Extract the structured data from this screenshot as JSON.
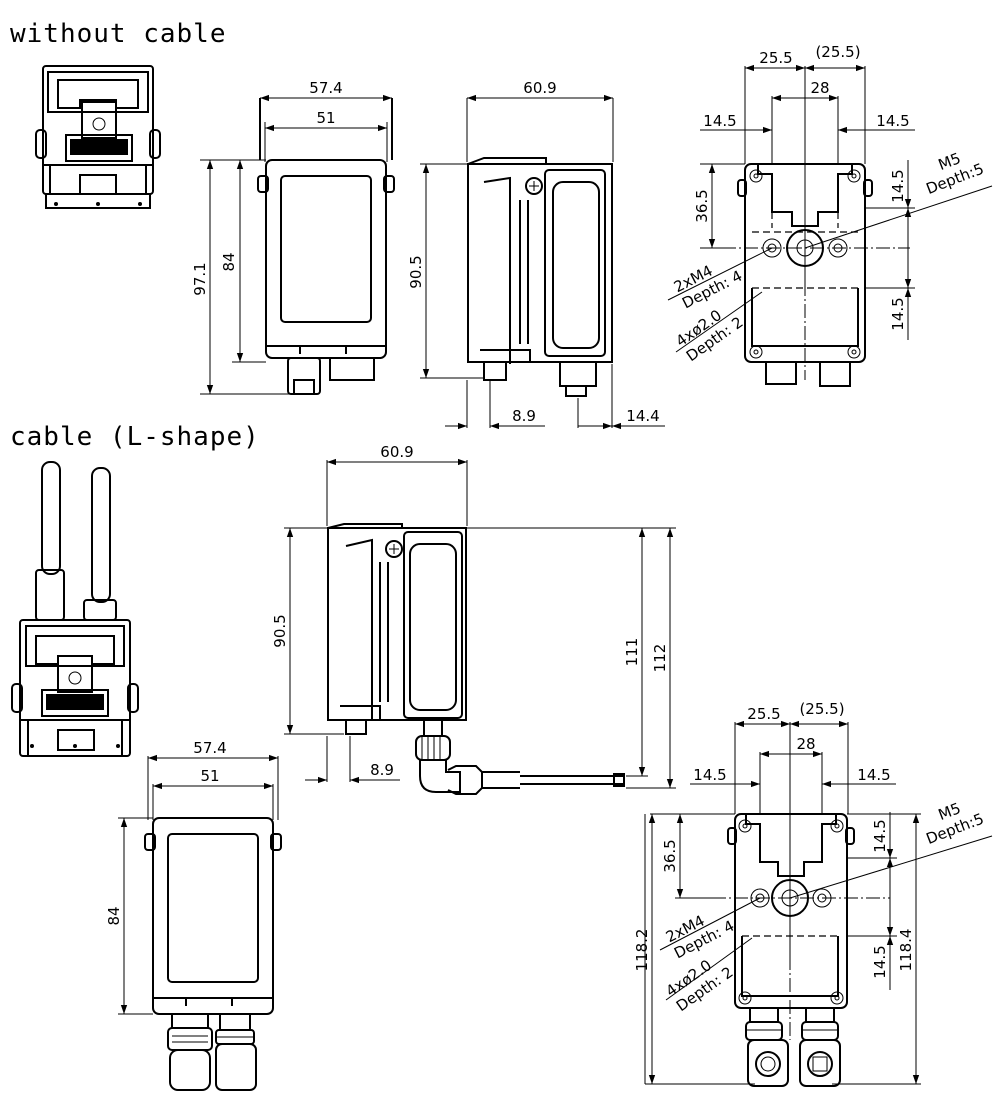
{
  "sections": {
    "without_cable": "without cable",
    "cable_l_shape": "cable (L-shape)"
  },
  "dims": {
    "d_57_4": "57.4",
    "d_51": "51",
    "d_60_9": "60.9",
    "d_97_1": "97.1",
    "d_84": "84",
    "d_90_5": "90.5",
    "d_8_9": "8.9",
    "d_14_4": "14.4",
    "d_25_5": "25.5",
    "d_25_5_ref": "(25.5)",
    "d_28": "28",
    "d_14_5": "14.5",
    "d_36_5": "36.5",
    "d_111": "111",
    "d_112": "112",
    "d_118_2": "118.2",
    "d_118_4": "118.4"
  },
  "callouts": {
    "m5": "M5",
    "m5_depth": "Depth:5",
    "m4": "2xM4",
    "m4_depth": "Depth: 4",
    "pin": "4xø2.0",
    "pin_depth": "Depth: 2"
  }
}
